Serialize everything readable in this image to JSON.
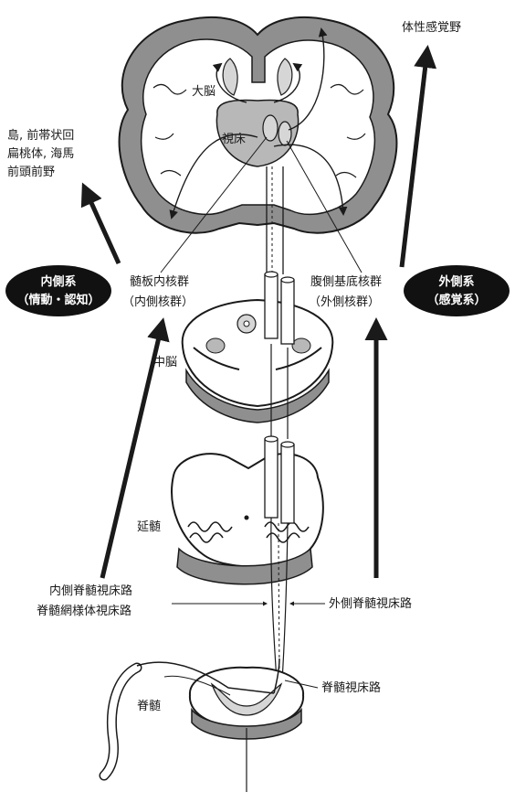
{
  "labels": {
    "cerebrum": "大脳",
    "thalamus": "視床",
    "somatosensory_cortex": "体性感覚野",
    "medial_targets": [
      "島, 前帯状回",
      "扁桃体, 海馬",
      "前頭前野"
    ],
    "intralaminar_nuclei": [
      "髄板内核群",
      "（内側核群）"
    ],
    "ventrobasal_nuclei": [
      "腹側基底核群",
      "（外側核群）"
    ],
    "midbrain": "中脳",
    "medulla": "延髄",
    "medial_tracts": [
      "内側脊髄視床路",
      "脊髄網様体視床路"
    ],
    "lateral_tract": "外側脊髄視床路",
    "spinal_cord": "脊髄",
    "spinothalamic_tract": "脊髄視床路"
  },
  "systems": {
    "medial": [
      "内側系",
      "（情動・認知）"
    ],
    "lateral": [
      "外側系",
      "（感覚系）"
    ]
  },
  "colors": {
    "ink": "#1a1a1a",
    "gray_fill": "#8f8f8f",
    "light_fill": "#d6d6d6",
    "pill": "#111111"
  }
}
